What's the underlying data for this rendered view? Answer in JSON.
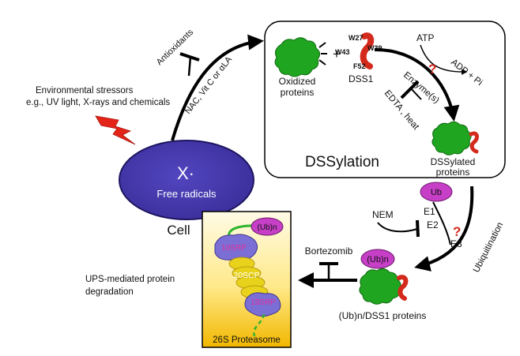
{
  "stressors": {
    "line1": "Environmental stressors",
    "line2": "e.g., UV light, X-rays and chemicals"
  },
  "antioxidants": {
    "label": "Antioxidants",
    "agents": "NAC, Vit C or αLA"
  },
  "cell": {
    "symbol": "X·",
    "radicals": "Free radicals",
    "label": "Cell"
  },
  "dssylation": {
    "title": "DSSylation",
    "oxidized_line1": "Oxidized",
    "oxidized_line2": "proteins",
    "plus": "+",
    "dss1": "DSS1",
    "residues": [
      "W27",
      "W43",
      "W39",
      "F52"
    ],
    "atp": "ATP",
    "adp": "ADP + Pi",
    "enzyme": "Enzyme(s)",
    "question": "?",
    "inhibitor": "EDTA , heat",
    "product_line1": "DSSylated",
    "product_line2": "proteins"
  },
  "ubiquitination": {
    "ub": "Ub",
    "nem": "NEM",
    "e1": "E1",
    "e2": "E2",
    "e3": "E3",
    "question": "?",
    "label": "Ubiquitination",
    "product_tag": "(Ub)n",
    "product_label": "(Ub)n/DSS1 proteins"
  },
  "proteasome": {
    "tag": "(Ub)n",
    "cap_top": "19SRP",
    "core": "20SCP",
    "cap_bottom": "19SRP",
    "label": "26S Proteasome",
    "inhibitor": "Bortezomib",
    "outcome_line1": "UPS-mediated protein",
    "outcome_line2": "degradation"
  },
  "colors": {
    "cell_fill": "#4a3fb0",
    "protein_green": "#1fa51f",
    "dss1_red": "#d42a1c",
    "ub_purple": "#c63fc6",
    "proteasome_bg_top": "#fffbe6",
    "proteasome_bg_bottom": "#f2b800"
  }
}
